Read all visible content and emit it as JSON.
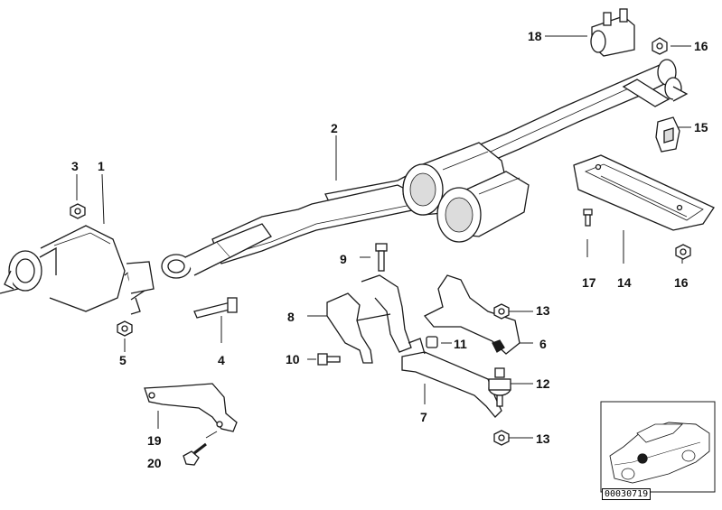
{
  "labels": {
    "l1": "1",
    "l2": "2",
    "l3": "3",
    "l4": "4",
    "l5": "5",
    "l6": "6",
    "l7": "7",
    "l8": "8",
    "l9": "9",
    "l10": "10",
    "l11": "11",
    "l12": "12",
    "l13a": "13",
    "l13b": "13",
    "l14": "14",
    "l15": "15",
    "l16a": "16",
    "l16b": "16",
    "l17": "17",
    "l18": "18",
    "l19": "19",
    "l20": "20"
  },
  "diagram_number": "00030719",
  "colors": {
    "line": "#1a1a1a",
    "fill": "#ffffff",
    "shade": "#c9c9c9",
    "dark": "#7a7a7a"
  }
}
